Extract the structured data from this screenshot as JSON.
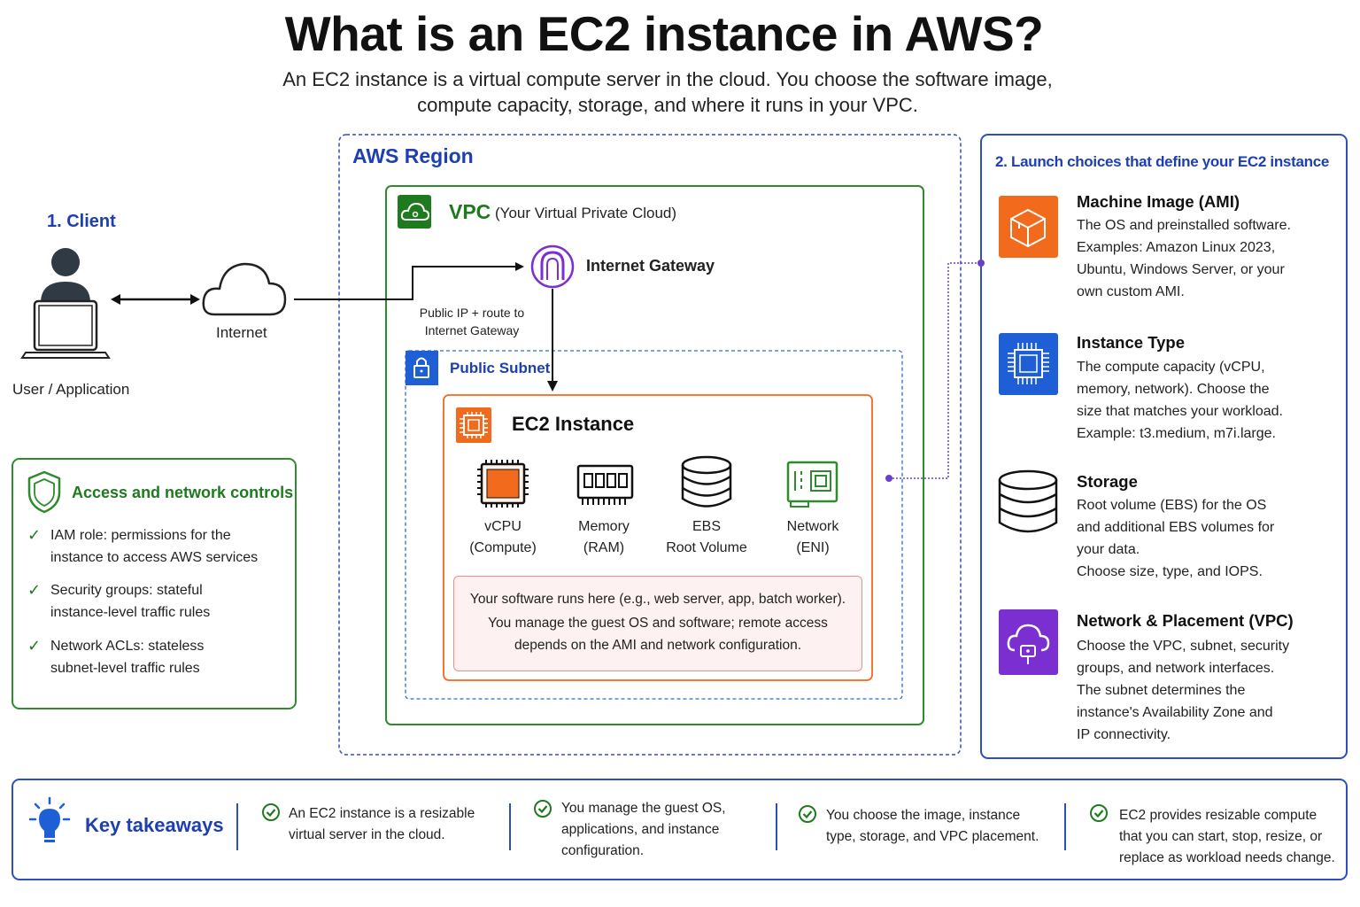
{
  "title": "What is an EC2 instance in AWS?",
  "subtitle_lines": [
    "An EC2 instance is a virtual compute server in the cloud. You choose the software image,",
    "compute capacity, storage, and where it runs in your VPC."
  ],
  "client": {
    "heading": "1. Client",
    "user_label": "User / Application",
    "internet_label": "Internet"
  },
  "region": {
    "title": "AWS Region",
    "vpc_title": "VPC",
    "vpc_subtitle": "(Your Virtual Private Cloud)",
    "igw_label": "Internet Gateway",
    "route_lines": [
      "Public IP + route to",
      "Internet Gateway"
    ],
    "subnet_title": "Public Subnet",
    "ec2_title": "EC2 Instance",
    "components": [
      {
        "line1": "vCPU",
        "line2": "(Compute)",
        "icon": "cpu-chip-icon"
      },
      {
        "line1": "Memory",
        "line2": "(RAM)",
        "icon": "memory-module-icon"
      },
      {
        "line1": "EBS",
        "line2": "Root Volume",
        "icon": "database-icon"
      },
      {
        "line1": "Network",
        "line2": "(ENI)",
        "icon": "network-card-icon"
      }
    ],
    "software_lines": [
      "Your software runs here (e.g., web server, app, batch worker).",
      "You manage the guest OS and software; remote access",
      "depends on the AMI and network configuration."
    ]
  },
  "access": {
    "title": "Access and network controls",
    "items": [
      {
        "line1": "IAM role: permissions for the",
        "line2": "instance to access AWS services"
      },
      {
        "line1": "Security groups: stateful",
        "line2": "instance-level traffic rules"
      },
      {
        "line1": "Network ACLs: stateless",
        "line2": "subnet-level traffic rules"
      }
    ]
  },
  "launch": {
    "title": "2. Launch choices that define your EC2 instance",
    "items": [
      {
        "name": "Machine Image (AMI)",
        "icon": "package-box-icon",
        "lines": [
          "The OS and preinstalled software.",
          "Examples: Amazon Linux 2023,",
          "Ubuntu, Windows Server, or your",
          "own custom AMI."
        ]
      },
      {
        "name": "Instance Type",
        "icon": "processor-icon",
        "lines": [
          "The compute capacity (vCPU,",
          "memory, network). Choose the",
          "size that matches your workload.",
          "Example: t3.medium, m7i.large."
        ]
      },
      {
        "name": "Storage",
        "icon": "storage-database-icon",
        "lines": [
          "Root volume (EBS) for the OS",
          "and additional EBS volumes for",
          "your data.",
          "Choose size, type, and IOPS."
        ]
      },
      {
        "name": "Network & Placement (VPC)",
        "icon": "cloud-lock-icon",
        "lines": [
          "Choose the VPC, subnet, security",
          "groups, and network interfaces.",
          "The subnet determines the",
          "instance's Availability Zone and",
          "IP connectivity."
        ]
      }
    ]
  },
  "takeaways": {
    "title": "Key takeaways",
    "items": [
      {
        "lines": [
          "An EC2 instance is a resizable",
          "virtual server in the cloud."
        ]
      },
      {
        "lines": [
          "You manage the guest OS,",
          "applications, and instance",
          "configuration."
        ]
      },
      {
        "lines": [
          "You choose the image, instance",
          "type, storage, and VPC placement."
        ]
      },
      {
        "lines": [
          "EC2 provides resizable compute",
          "that you can start, stop, resize, or",
          "replace as workload needs change."
        ]
      }
    ]
  },
  "colors": {
    "blue": "#1d3fb0",
    "green": "#1e7a1e",
    "orange": "#f26a1b",
    "purple": "#7b2fd0",
    "aws_blue": "#1f5fd6"
  }
}
